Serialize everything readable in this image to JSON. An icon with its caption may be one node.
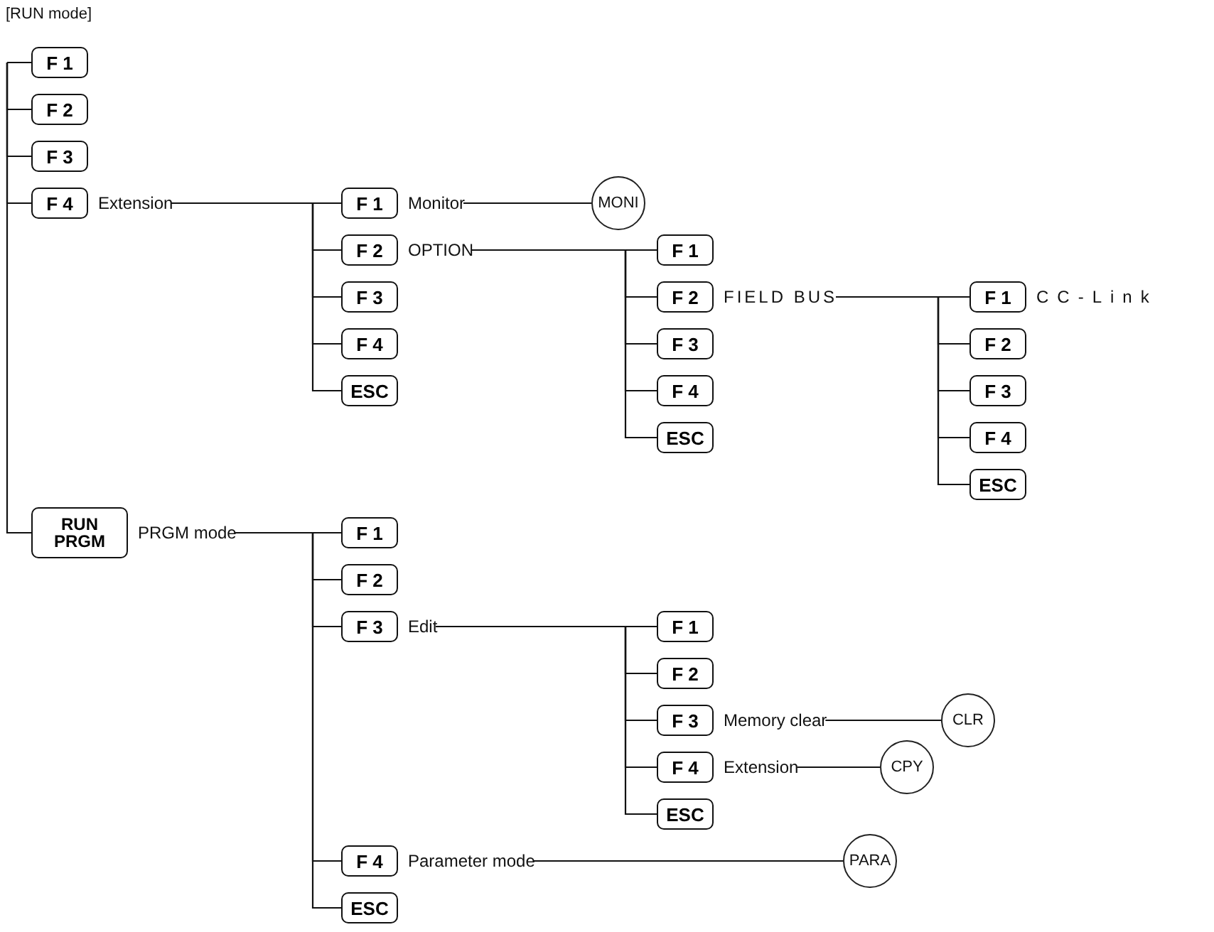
{
  "diagram": {
    "nodes": [
      {
        "text": [
          "F 1"
        ]
      },
      {
        "text": [
          "F 2"
        ]
      },
      {
        "text": [
          "F 3"
        ]
      },
      {
        "text": [
          "F 4"
        ],
        "beside": [
          "Extension"
        ]
      },
      {
        "text": [
          "RUN PRGM"
        ],
        "beside": [
          "PRGM mode"
        ]
      },
      {
        "text": [
          "F 1"
        ],
        "beside": [
          "Monitor"
        ]
      },
      {
        "text": [
          "F 2"
        ],
        "beside": [
          "OPTION"
        ]
      },
      {
        "text": [
          "F 3"
        ]
      },
      {
        "text": [
          "F 4"
        ]
      },
      {
        "text": [
          "ESC"
        ]
      },
      {
        "text": [
          "MONI"
        ]
      },
      {
        "text": [
          "F 1"
        ]
      },
      {
        "text": [
          "F 2"
        ],
        "beside": [
          "FIELD BUS"
        ]
      },
      {
        "text": [
          "F 3"
        ]
      },
      {
        "text": [
          "F 4"
        ]
      },
      {
        "text": [
          "ESC"
        ]
      },
      {
        "text": [
          "F 1"
        ],
        "beside": [
          "CC-Link"
        ]
      },
      {
        "text": [
          "F 2"
        ]
      },
      {
        "text": [
          "F 3"
        ]
      },
      {
        "text": [
          "F 4"
        ]
      },
      {
        "text": [
          "ESC"
        ]
      },
      {
        "text": [
          "F 1"
        ]
      },
      {
        "text": [
          "F 2"
        ]
      },
      {
        "text": [
          "F 3"
        ],
        "beside": [
          "Edit"
        ]
      },
      {
        "text": [
          "F 4"
        ],
        "beside": [
          "Parameter mode"
        ]
      },
      {
        "text": [
          "ESC"
        ]
      },
      {
        "text": [
          "F 1"
        ]
      },
      {
        "text": [
          "F 2"
        ]
      },
      {
        "text": [
          "F 3"
        ],
        "beside": [
          "Memory clear"
        ]
      },
      {
        "text": [
          "F 4"
        ],
        "beside": [
          "Extension"
        ]
      },
      {
        "text": [
          "ESC"
        ]
      },
      {
        "text": [
          "CLR"
        ]
      },
      {
        "text": [
          "CPY"
        ]
      },
      {
        "text": [
          "PARA"
        ]
      }
    ],
    "edges": [
      {
        "from": null,
        "to": 0,
        "arrow": "none"
      },
      {
        "from": null,
        "to": 1,
        "arrow": "none"
      },
      {
        "from": null,
        "to": 2,
        "arrow": "none"
      },
      {
        "from": null,
        "to": 3,
        "arrow": "none"
      },
      {
        "from": null,
        "to": 4,
        "arrow": "none"
      },
      {
        "from": 3,
        "to": 5,
        "arrow": "none"
      },
      {
        "from": 3,
        "to": 6,
        "arrow": "none"
      },
      {
        "from": 3,
        "to": 7,
        "arrow": "none"
      },
      {
        "from": 3,
        "to": 8,
        "arrow": "none"
      },
      {
        "from": 3,
        "to": 9,
        "arrow": "none"
      },
      {
        "from": 5,
        "to": 10,
        "arrow": "none"
      },
      {
        "from": 6,
        "to": 11,
        "arrow": "none"
      },
      {
        "from": 6,
        "to": 12,
        "arrow": "none"
      },
      {
        "from": 6,
        "to": 13,
        "arrow": "none"
      },
      {
        "from": 6,
        "to": 14,
        "arrow": "none"
      },
      {
        "from": 6,
        "to": 15,
        "arrow": "none"
      },
      {
        "from": 12,
        "to": 16,
        "arrow": "none"
      },
      {
        "from": 12,
        "to": 17,
        "arrow": "none"
      },
      {
        "from": 12,
        "to": 18,
        "arrow": "none"
      },
      {
        "from": 12,
        "to": 19,
        "arrow": "none"
      },
      {
        "from": 12,
        "to": 20,
        "arrow": "none"
      },
      {
        "from": 4,
        "to": 21,
        "arrow": "none"
      },
      {
        "from": 4,
        "to": 22,
        "arrow": "none"
      },
      {
        "from": 4,
        "to": 23,
        "arrow": "none"
      },
      {
        "from": 4,
        "to": 24,
        "arrow": "none"
      },
      {
        "from": 4,
        "to": 25,
        "arrow": "none"
      },
      {
        "from": 23,
        "to": 26,
        "arrow": "none"
      },
      {
        "from": 23,
        "to": 27,
        "arrow": "none"
      },
      {
        "from": 23,
        "to": 28,
        "arrow": "none"
      },
      {
        "from": 23,
        "to": 29,
        "arrow": "none"
      },
      {
        "from": 23,
        "to": 30,
        "arrow": "none"
      },
      {
        "from": 28,
        "to": 31,
        "arrow": "none"
      },
      {
        "from": 29,
        "to": 32,
        "arrow": "none"
      },
      {
        "from": 24,
        "to": 33,
        "arrow": "none"
      }
    ],
    "labels": [
      "[RUN mode]"
    ]
  }
}
